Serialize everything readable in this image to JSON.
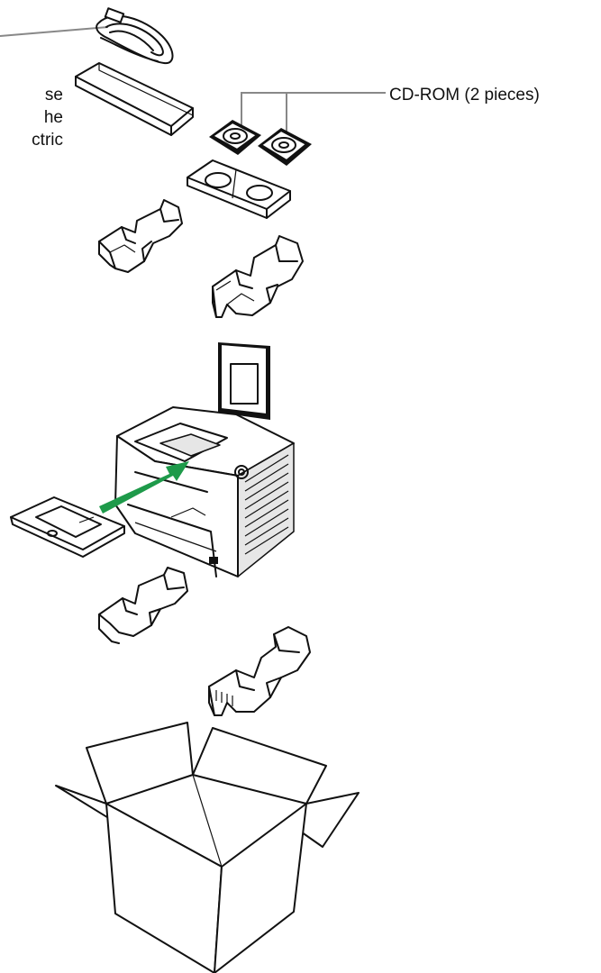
{
  "labels": {
    "cd_rom": "CD-ROM (2 pieces)",
    "cut_off_lines": [
      "se",
      "he",
      "ctric"
    ]
  },
  "colors": {
    "arrow": "#1e9a4a",
    "leader_line": "#888888",
    "outline": "#111111"
  },
  "icons": {
    "cable": "power-cable-icon",
    "tray": "document-tray",
    "cd": "cd-disc-icon",
    "printer": "scanner-printer",
    "box": "cardboard-box"
  }
}
